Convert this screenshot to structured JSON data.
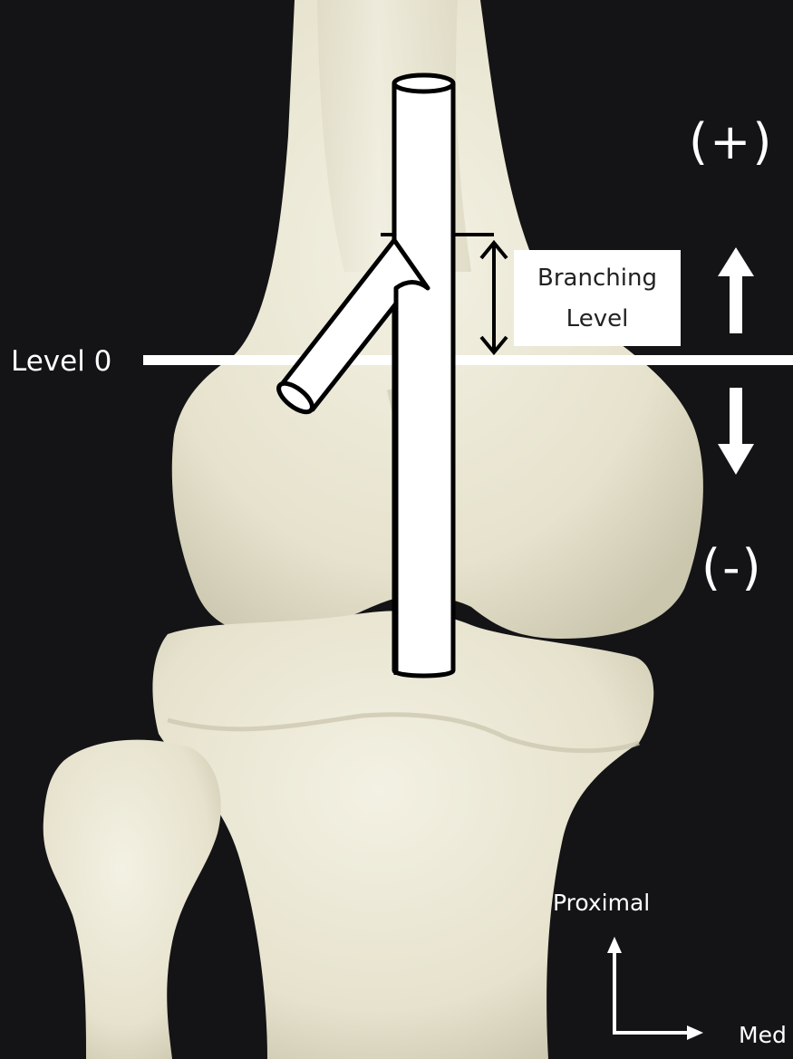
{
  "labels": {
    "level_zero": "Level 0",
    "branching_line1": "Branching",
    "branching_line2": "Level",
    "plus": "(+)",
    "minus": "(-)",
    "proximal": "Proximal",
    "medial": "Med"
  },
  "colors": {
    "background": "#141416",
    "bone": "#ebe8d6",
    "bone_shadow": "#cfcab3",
    "overlay": "#ffffff",
    "outline": "#000000"
  },
  "icons": {
    "up_arrow": "arrow-up-icon",
    "down_arrow": "arrow-down-icon",
    "double_arrow": "double-headed-arrow-icon",
    "orientation": "axis-arrows-icon"
  }
}
